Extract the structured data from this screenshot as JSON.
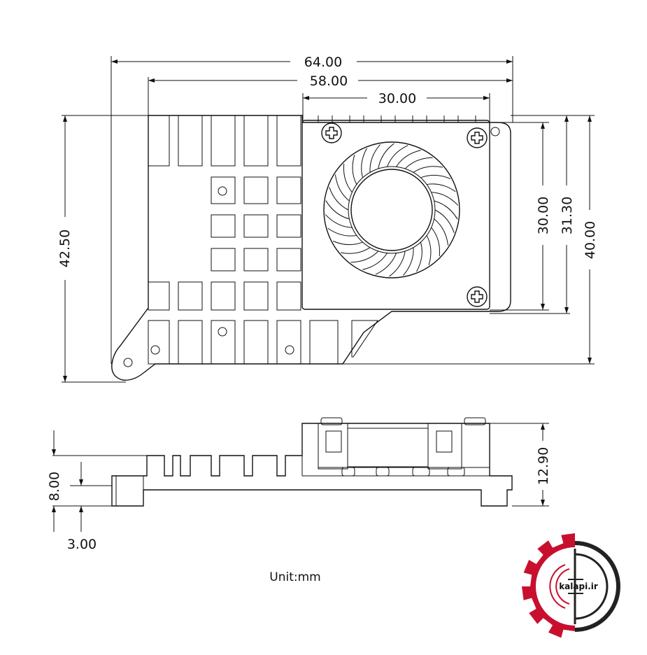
{
  "dimensions": {
    "overall_width": "64.00",
    "body_width": "58.00",
    "fan_width": "30.00",
    "overall_height": "42.50",
    "fan_height": "30.00",
    "fan_block_height": "31.30",
    "body_height": "40.00",
    "base_thickness": "8.00",
    "foot_height": "3.00",
    "total_thickness": "12.90"
  },
  "unit_label": "Unit:mm",
  "logo": {
    "text": "kalapi.ir",
    "colors": {
      "gear": "#c8102e",
      "ring": "#222222"
    }
  }
}
